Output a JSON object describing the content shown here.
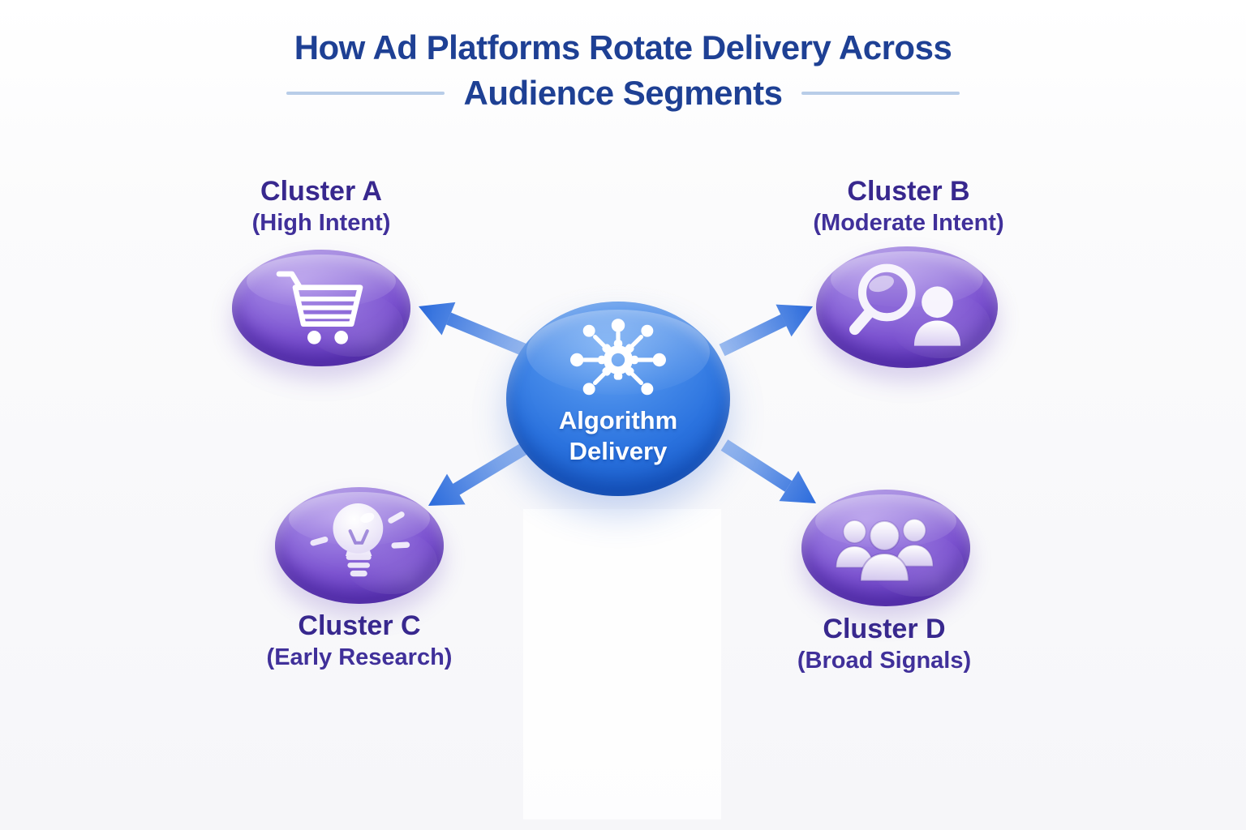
{
  "title": {
    "line1": "How Ad Platforms Rotate Delivery Across",
    "line2": "Audience Segments"
  },
  "center_node": {
    "line1": "Algorithm",
    "line2": "Delivery",
    "icon": "gear-network-icon"
  },
  "clusters": [
    {
      "name": "Cluster A",
      "subtitle": "(High Intent)",
      "icon": "shopping-cart-icon",
      "label_position": "above"
    },
    {
      "name": "Cluster B",
      "subtitle": "(Moderate Intent)",
      "icon": "search-user-icon",
      "label_position": "above"
    },
    {
      "name": "Cluster C",
      "subtitle": "(Early Research)",
      "icon": "lightbulb-icon",
      "label_position": "below"
    },
    {
      "name": "Cluster D",
      "subtitle": "(Broad Signals)",
      "icon": "people-group-icon",
      "label_position": "below"
    }
  ],
  "edges": [
    {
      "from": "Algorithm Delivery",
      "to": "Cluster A"
    },
    {
      "from": "Algorithm Delivery",
      "to": "Cluster B"
    },
    {
      "from": "Algorithm Delivery",
      "to": "Cluster C"
    },
    {
      "from": "Algorithm Delivery",
      "to": "Cluster D"
    }
  ],
  "colors": {
    "title_text": "#1e4094",
    "cluster_label": "#38288e",
    "node_purple_light": "#ab8ee8",
    "node_purple": "#7d54d1",
    "node_purple_rim": "#5233ae",
    "center_blue_light": "#6ea8f3",
    "center_blue": "#2b73df",
    "center_blue_rim": "#1653c0",
    "arrow_tail": "#9dbdf0",
    "arrow_head": "#2b6bdc",
    "divider": "#b8cde8",
    "background": "#f7f7fa"
  }
}
